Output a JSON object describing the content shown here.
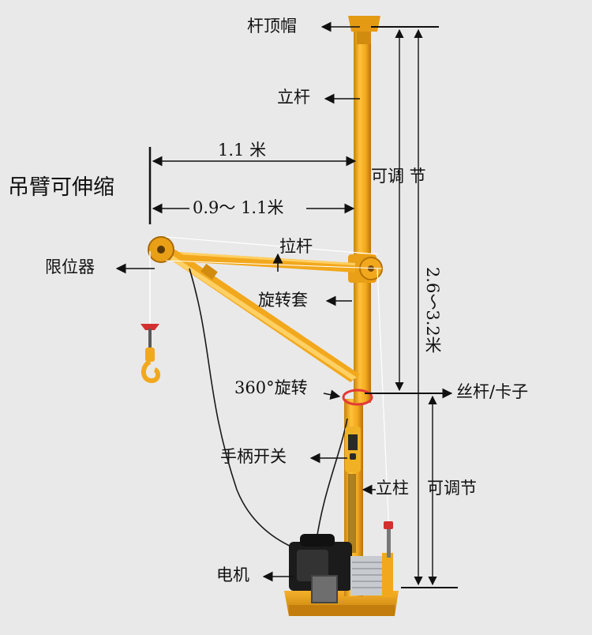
{
  "labels": {
    "top_cap": "杆顶帽",
    "upright_pole": "立杆",
    "boom_length": "1.1 米",
    "boom_retractable": "吊臂可伸缩",
    "boom_range": "0.9～ 1.1米",
    "adjustable_upper": "可调 节",
    "pull_rod": "拉杆",
    "limiter": "限位器",
    "rotating_sleeve": "旋转套",
    "total_height": "2.6～3.2米",
    "rotation_360": "360°旋转",
    "screw_clamp": "丝杆/卡子",
    "handle_switch": "手柄开关",
    "column": "立柱",
    "adjustable_lower": "可调节",
    "motor": "电机"
  },
  "colors": {
    "background": "#e9e9ea",
    "pole_yellow": "#f2a81d",
    "pole_shadow": "#c9820e",
    "text": "#111111",
    "hook_red": "#d32f2f",
    "ring_red": "#e53935",
    "motor_black": "#1b1b1b",
    "steel": "#9ea3a8"
  }
}
